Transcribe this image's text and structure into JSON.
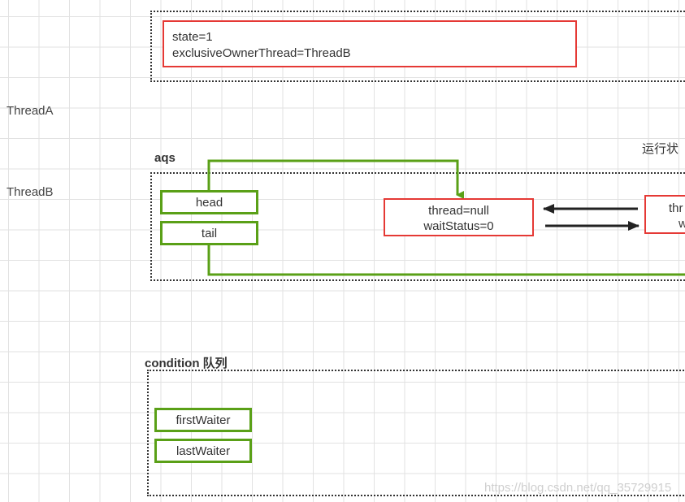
{
  "diagram": {
    "state_box": {
      "line1": "state=1",
      "line2": "exclusiveOwnerThread=ThreadB"
    },
    "threads": {
      "thread_a": "ThreadA",
      "thread_b": "ThreadB"
    },
    "aqs": {
      "title": "aqs",
      "head_label": "head",
      "tail_label": "tail",
      "node1": {
        "line1": "thread=null",
        "line2": "waitStatus=0"
      },
      "node2": {
        "line1": "thr",
        "line2": "w"
      }
    },
    "running_label": "运行状",
    "condition": {
      "title": "condition 队列",
      "first_waiter_label": "firstWaiter",
      "last_waiter_label": "lastWaiter"
    },
    "watermark": "https://blog.csdn.net/qq_35729915"
  },
  "colors": {
    "red_border": "#e53935",
    "green_border": "#5aa017",
    "arrow": "#222222"
  }
}
